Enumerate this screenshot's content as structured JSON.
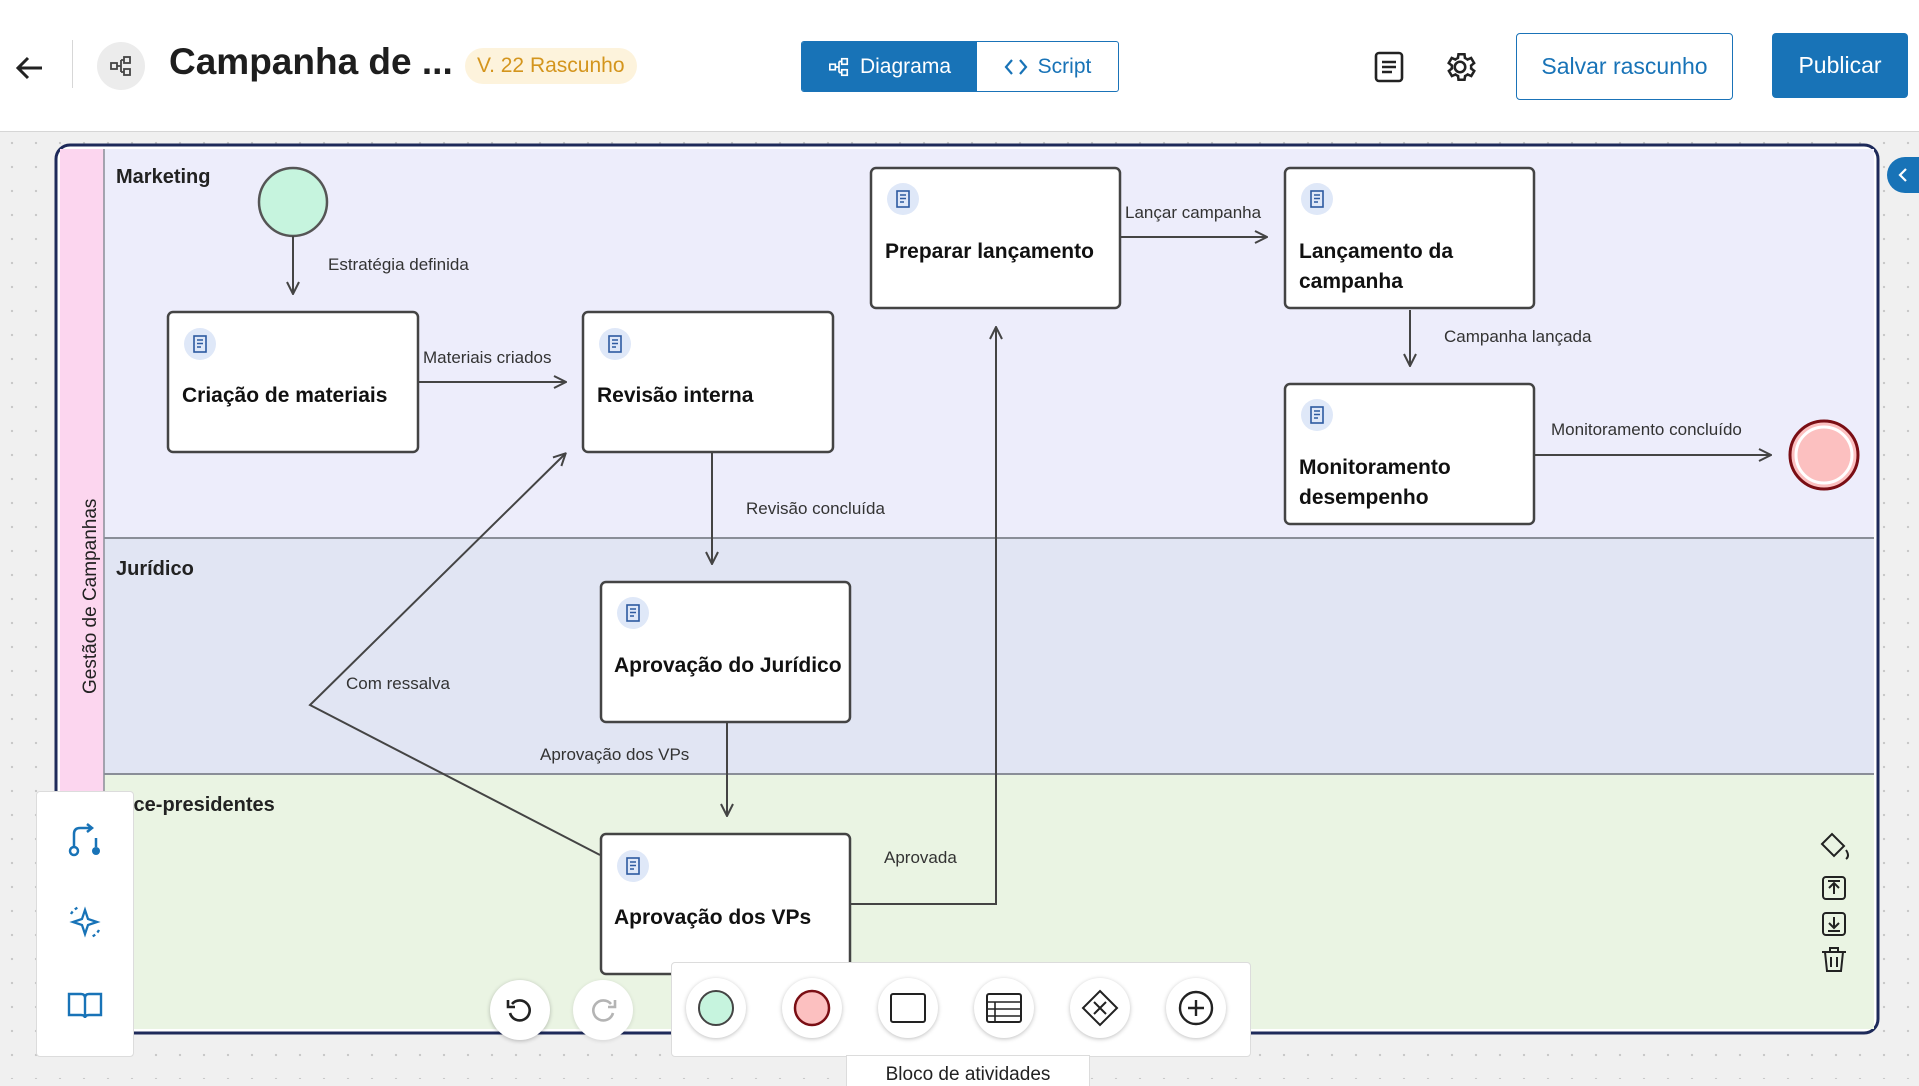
{
  "header": {
    "title": "Campanha de ...",
    "version_badge": "V. 22 Rascunho",
    "tabs": [
      {
        "label": "Diagrama",
        "active": true
      },
      {
        "label": "Script",
        "active": false
      }
    ],
    "save_label": "Salvar rascunho",
    "publish_label": "Publicar"
  },
  "diagram": {
    "pool_label": "Gestão de Campanhas",
    "lanes": [
      {
        "label": "Marketing",
        "color": "#ededfb"
      },
      {
        "label": "Jurídico",
        "color": "#e1e5f3"
      },
      {
        "label": "ice-presidentes",
        "color": "#eaf4e3"
      }
    ],
    "tasks": {
      "criacao": "Criação de materiais",
      "revisao": "Revisão interna",
      "preparar": "Preparar lançamento",
      "lancamento_1": "Lançamento da",
      "lancamento_2": "campanha",
      "monitoramento_1": "Monitoramento",
      "monitoramento_2": "desempenho",
      "juridico": "Aprovação do Jurídico",
      "vps": "Aprovação dos VPs"
    },
    "flows": {
      "estrategia": "Estratégia definida",
      "materiais": "Materiais criados",
      "lancar": "Lançar campanha",
      "campanha_lancada": "Campanha lançada",
      "monitoramento_concluido": "Monitoramento concluído",
      "revisao_concluida": "Revisão concluída",
      "com_ressalva": "Com ressalva",
      "aprovacao_vps": "Aprovação dos VPs",
      "aprovada": "Aprovada"
    },
    "colors": {
      "start_event": "#c6f4de",
      "end_event": "#fcc0c0",
      "pool_stripe": "#fcd6ef",
      "accent": "#1873b7"
    }
  },
  "bottom_toolbar": {
    "tooltip": "Bloco de atividades",
    "items": [
      "start-event",
      "end-event",
      "task",
      "activity-block",
      "gateway",
      "more"
    ]
  },
  "side_panel": {
    "items": [
      "connect-icon",
      "ai-sparkle-icon",
      "book-icon"
    ]
  },
  "right_tools": [
    "paint-icon",
    "export-icon",
    "import-icon",
    "trash-icon"
  ]
}
